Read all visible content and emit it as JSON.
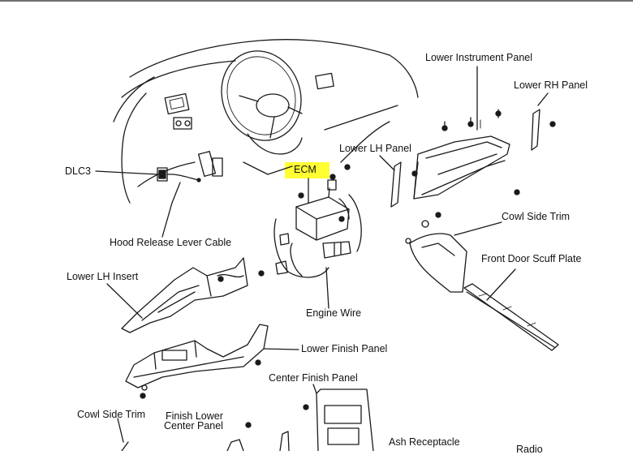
{
  "diagram": {
    "highlight_color": "#ffff33",
    "labels": {
      "lower_instrument_panel": "Lower Instrument Panel",
      "lower_rh_panel": "Lower RH Panel",
      "dlc3": "DLC3",
      "lower_lh_panel": "Lower LH Panel",
      "ecm": "ECM",
      "cowl_side_trim_right": "Cowl Side Trim",
      "hood_release_lever_cable": "Hood Release Lever Cable",
      "front_door_scuff_plate": "Front Door Scuff Plate",
      "lower_lh_insert": "Lower LH Insert",
      "engine_wire": "Engine Wire",
      "lower_finish_panel": "Lower Finish Panel",
      "center_finish_panel": "Center Finish Panel",
      "cowl_side_trim_left": "Cowl Side Trim",
      "finish_lower_center_panel_line1": "Finish Lower",
      "finish_lower_center_panel_line2": "Center Panel",
      "ash_receptacle": "Ash Receptacle",
      "radio": "Radio"
    }
  }
}
